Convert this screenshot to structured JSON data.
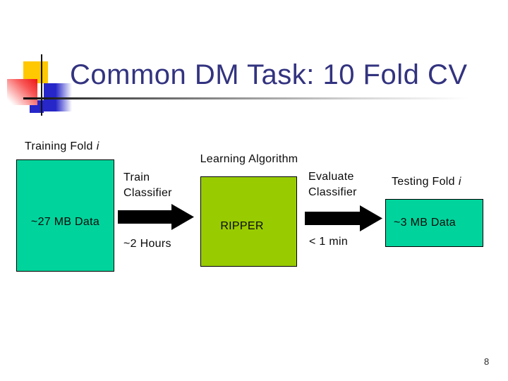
{
  "slide": {
    "title": "Common DM Task: 10 Fold CV",
    "page_number": "8"
  },
  "labels": {
    "training_fold": {
      "text": "Training Fold",
      "italic_suffix": "i"
    },
    "learning_algorithm": "Learning Algorithm",
    "train_classifier": {
      "line1": "Train",
      "line2": "Classifier"
    },
    "train_time": "~2 Hours",
    "evaluate_classifier": {
      "line1": "Evaluate",
      "line2": "Classifier"
    },
    "evaluate_time": "< 1 min",
    "testing_fold": {
      "text": "Testing Fold",
      "italic_suffix": "i"
    }
  },
  "boxes": {
    "training_data": {
      "label": "~27 MB Data",
      "fill": "#00d49c"
    },
    "learner": {
      "label": "RIPPER",
      "fill": "#99cc00"
    },
    "testing_data": {
      "label": "~3 MB Data",
      "fill": "#00d49c"
    }
  },
  "colors": {
    "title_text": "#333380",
    "body_text": "#0a0a0a",
    "arrow": "#000000",
    "deco_yellow": "#ffc800",
    "deco_red": "#ee1414",
    "deco_blue": "#2626c9"
  }
}
